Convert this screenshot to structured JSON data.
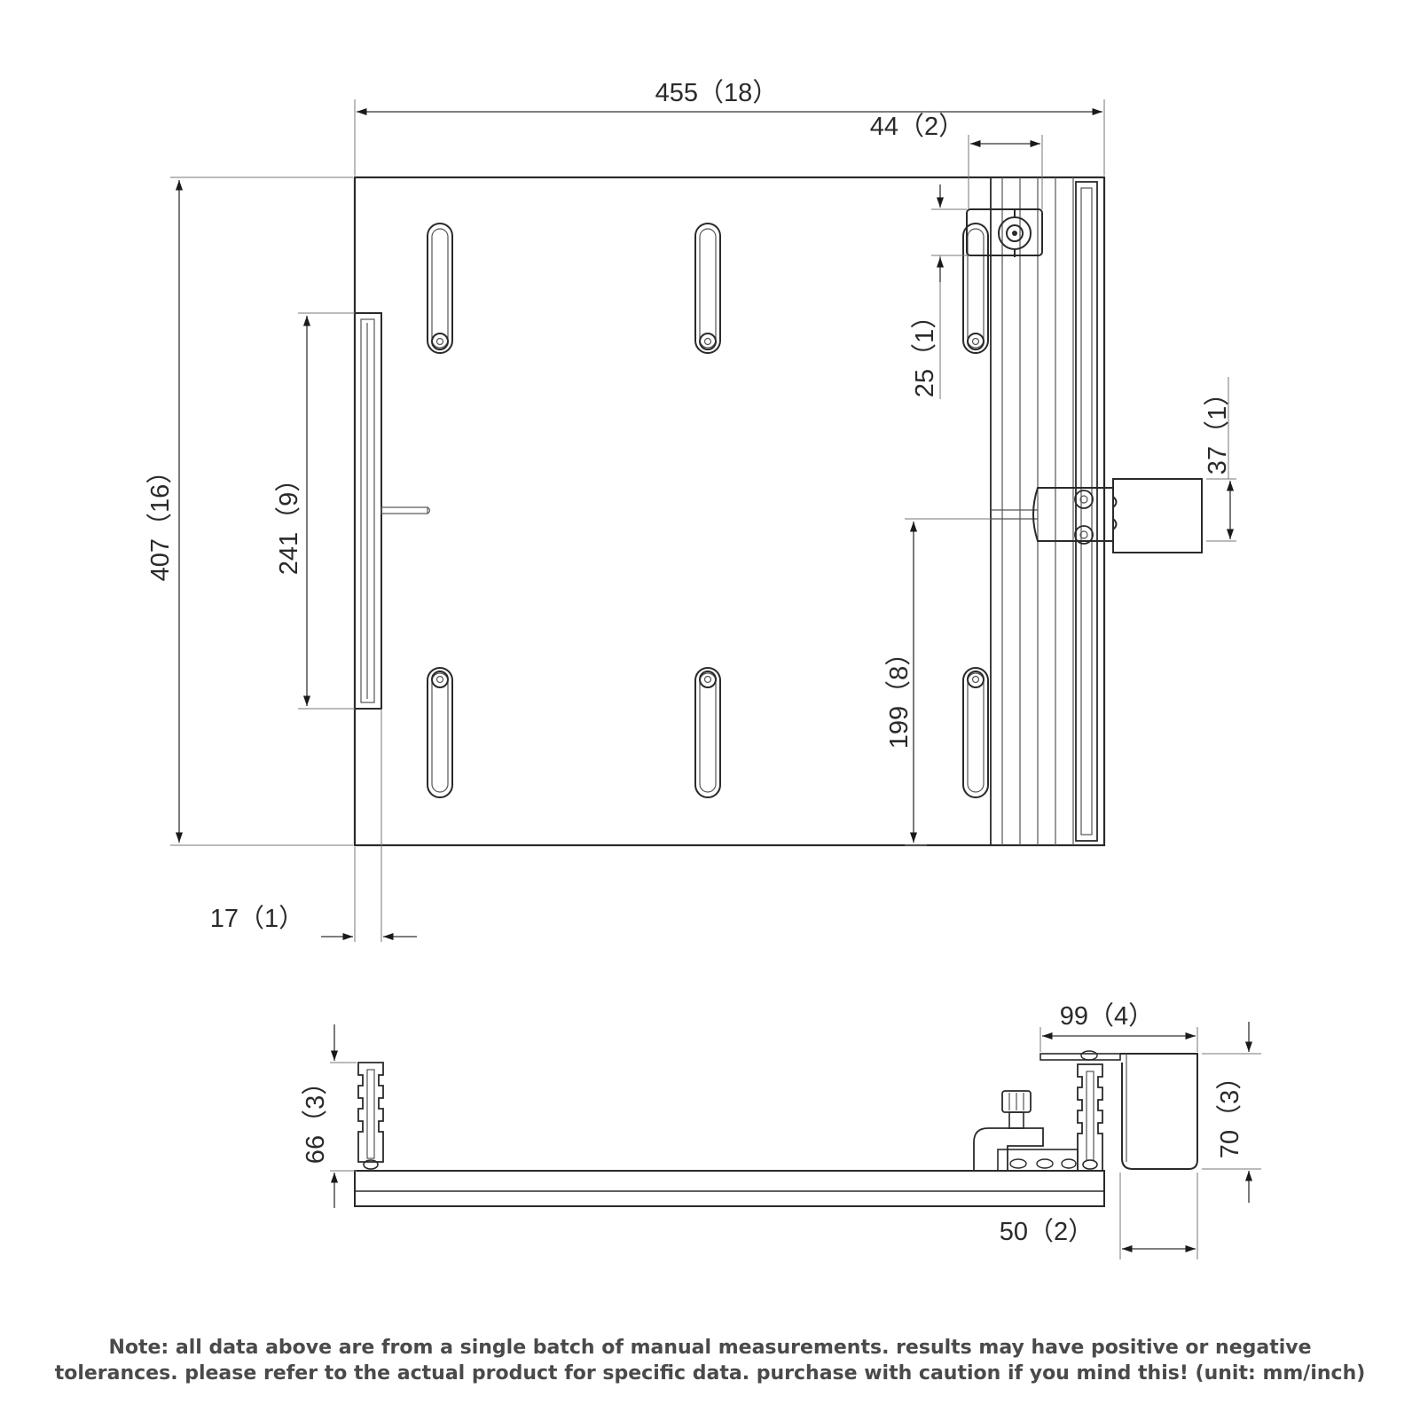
{
  "top_view": {
    "width_label": "455（18）",
    "rail_width_label": "44（2）",
    "height_label": "407（16）",
    "slot_span_label": "241（9）",
    "clamp_offset_label": "25（1）",
    "bracket_width_label": "37（1）",
    "lower_offset_label": "199（8）",
    "edge_rail_label": "17（1）"
  },
  "side_view": {
    "left_height_label": "66（3）",
    "bracket_depth_label": "99（4）",
    "right_height_label": "70（3）",
    "bracket_offset_label": "50（2）"
  },
  "note": {
    "line1": "Note: all data above are from a single batch of manual measurements. results may have positive or negative",
    "line2": "tolerances. please refer to the actual product for specific data. purchase with caution if you mind this! (unit: mm/inch)"
  }
}
